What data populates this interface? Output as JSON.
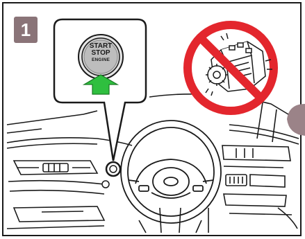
{
  "step": {
    "number": "1"
  },
  "button": {
    "line1": "START",
    "line2": "STOP",
    "line3": "ENGINE"
  },
  "colors": {
    "badge": "#8a7478",
    "arrow": "#2fbf3f",
    "prohibition": "#e3262d",
    "side_tab": "#9b8388"
  },
  "icons": [
    "push-arrow-icon",
    "prohibition-icon",
    "engine-icon"
  ]
}
